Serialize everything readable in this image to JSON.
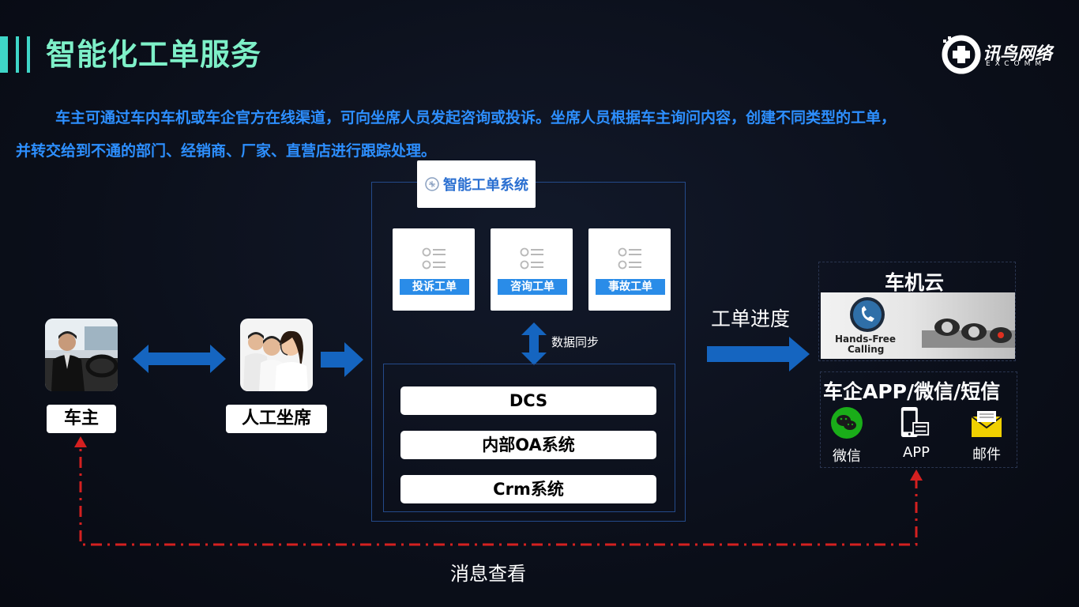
{
  "header": {
    "title": "智能化工单服务",
    "logo_text": "讯鸟网络",
    "logo_sub": "EXCOMM"
  },
  "description": {
    "line1": "车主可通过车内车机或车企官方在线渠道，可向坐席人员发起咨询或投诉。坐席人员根据车主询问内容，创建不同类型的工单，",
    "line2": "并转交给到不通的部门、经销商、厂家、直营店进行跟踪处理。"
  },
  "left": {
    "owner_label": "车主",
    "agent_label": "人工坐席"
  },
  "system": {
    "title": "智能工单系统",
    "tickets": [
      "投诉工单",
      "咨询工单",
      "事故工单"
    ],
    "sync_label": "数据同步",
    "rows": [
      "DCS",
      "内部OA系统",
      "Crm系统"
    ]
  },
  "right": {
    "progress_label": "工单进度",
    "cloud_title": "车机云",
    "handsfree_line1": "Hands-Free",
    "handsfree_line2": "Calling",
    "channels_title": "车企APP/微信/短信",
    "channels": [
      "微信",
      "APP",
      "邮件"
    ]
  },
  "footer": {
    "message_label": "消息查看"
  },
  "colors": {
    "title": "#7ef0c8",
    "desc": "#2d8fff",
    "arrow": "#1565c0",
    "dash": "#d42020",
    "tag": "#2a8ce8"
  }
}
